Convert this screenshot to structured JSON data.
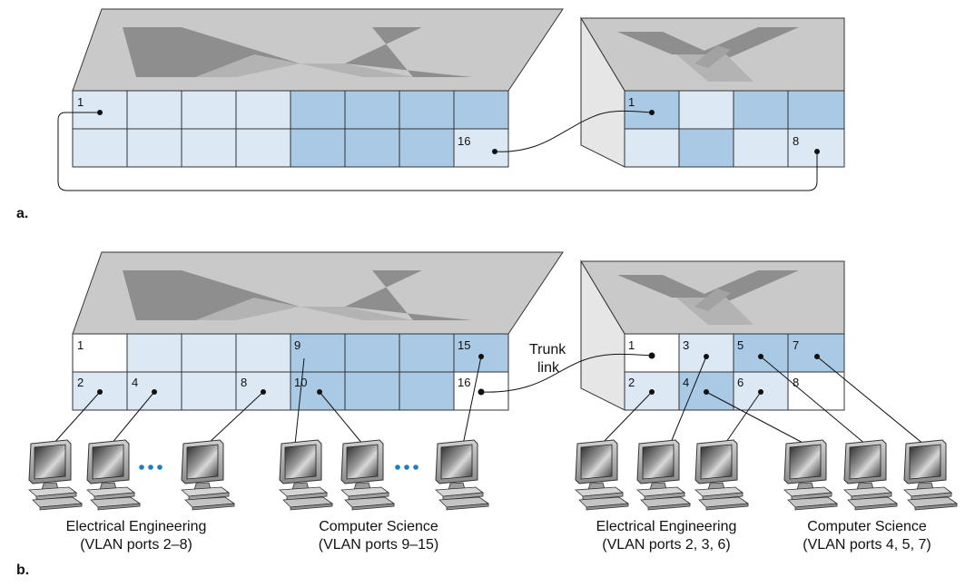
{
  "figure_labels": {
    "a": "a.",
    "b": "b."
  },
  "colors": {
    "port_light": "#dce9f5",
    "port_dark": "#a9c9e4",
    "port_white": "#ffffff",
    "switch_top": "#c9c9c9",
    "switch_side": "#e6e6e6",
    "x_dark": "#8e8e8e",
    "x_light": "#b3b3b3",
    "dots": "#1a7fc2"
  },
  "part_a": {
    "left_switch": {
      "port_labels": {
        "1": "1",
        "16": "16"
      }
    },
    "right_switch": {
      "port_labels": {
        "1": "1",
        "8": "8"
      }
    }
  },
  "part_b": {
    "left_switch": {
      "port_labels": {
        "1": "1",
        "2": "2",
        "4": "4",
        "8": "8",
        "9": "9",
        "10": "10",
        "15": "15",
        "16": "16"
      }
    },
    "right_switch": {
      "port_labels": {
        "1": "1",
        "2": "2",
        "3": "3",
        "4": "4",
        "5": "5",
        "6": "6",
        "7": "7",
        "8": "8"
      }
    },
    "trunk_label_line1": "Trunk",
    "trunk_label_line2": "link",
    "groups": [
      {
        "name": "Electrical Engineering",
        "ports": "(VLAN ports 2–8)"
      },
      {
        "name": "Computer Science",
        "ports": "(VLAN ports 9–15)"
      },
      {
        "name": "Electrical Engineering",
        "ports": "(VLAN ports 2, 3, 6)"
      },
      {
        "name": "Computer Science",
        "ports": "(VLAN ports 4, 5, 7)"
      }
    ]
  }
}
